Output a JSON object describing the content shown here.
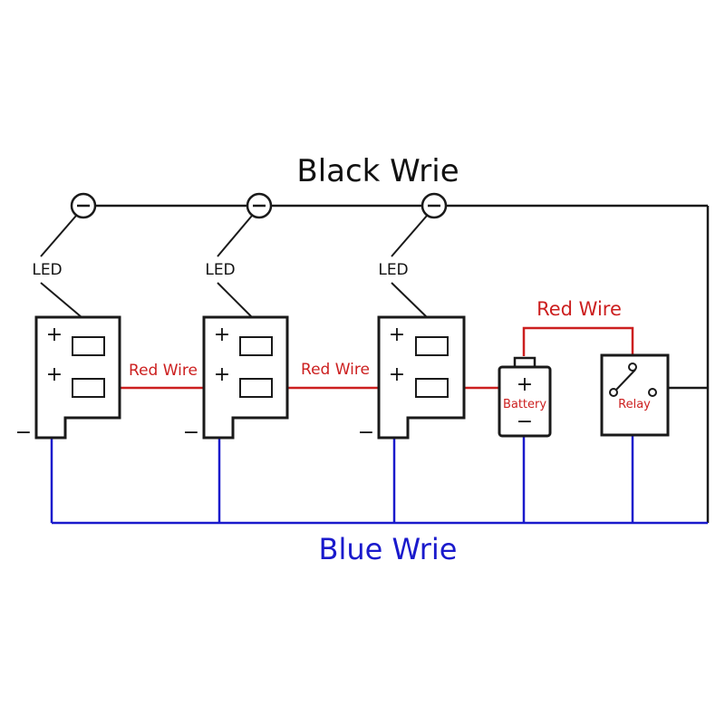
{
  "labels": {
    "black_wire": "Black Wrie",
    "blue_wire": "Blue Wrie",
    "red_wire": "Red Wire",
    "led": "LED",
    "battery": "Battery",
    "relay": "Relay",
    "plus": "+",
    "minus": "−"
  },
  "colors": {
    "black_wire": "#1a1a1a",
    "blue_wire": "#1a1acc",
    "red_wire": "#cc1f1f",
    "label_red": "#cc1f1f"
  }
}
